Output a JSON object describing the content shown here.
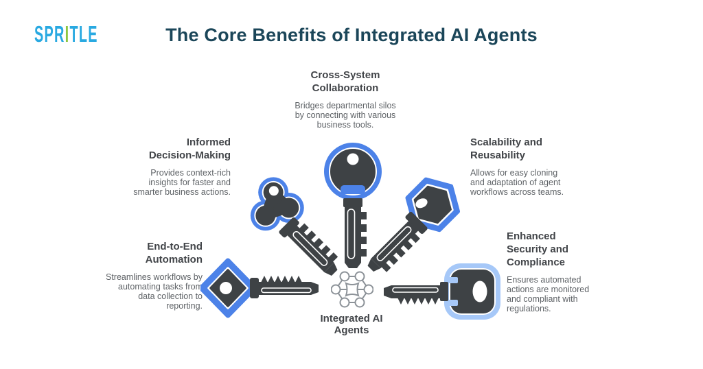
{
  "logo": {
    "part1": "SPR",
    "part2": "I",
    "part3": "TLE"
  },
  "title": "The Core Benefits of Integrated AI Agents",
  "center_label": "Integrated AI Agents",
  "benefits": [
    {
      "title": "Cross-System Collaboration",
      "description": "Bridges departmental silos by connecting with various business tools."
    },
    {
      "title": "Informed Decision-Making",
      "description": "Provides context-rich insights for faster and smarter business actions."
    },
    {
      "title": "Scalability and Reusability",
      "description": "Allows for easy cloning and adaptation of agent workflows across teams."
    },
    {
      "title": "End-to-End Automation",
      "description": "Streamlines workflows by automating tasks from data collection to reporting."
    },
    {
      "title": "Enhanced Security and Compliance",
      "description": "Ensures automated actions are monitored and compliant with regulations."
    }
  ],
  "icons": {
    "center": "network-hub-icon",
    "benefit_markers": [
      "round-head-key-icon",
      "clover-head-key-icon",
      "hexagon-head-key-icon",
      "diamond-head-key-icon",
      "square-head-key-icon"
    ]
  },
  "colors": {
    "background": "#FFFFFF",
    "title_text": "#1B4659",
    "heading_text": "#414448",
    "body_text": "#5E6266",
    "key_dark": "#3E4245",
    "key_blue": "#4C82E8",
    "key_light_blue": "#A6C8F8",
    "logo_blue": "#29A9E1",
    "logo_green": "#8DC63F",
    "hub_gray": "#8C9298"
  }
}
